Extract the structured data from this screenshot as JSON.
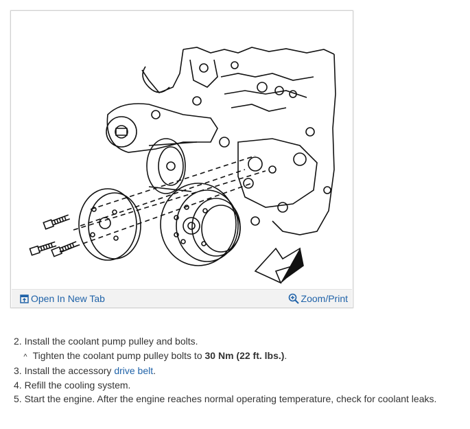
{
  "figure": {
    "open_tab_label": "Open In New Tab",
    "zoom_label": "Zoom/Print"
  },
  "steps": [
    {
      "num": "2.",
      "text": "Install the coolant pump pulley and bolts."
    },
    {
      "bullet": "^",
      "text": "Tighten the coolant pump pulley bolts to ",
      "bold": "30 Nm (22 ft. lbs.)",
      "end": "."
    },
    {
      "num": "3.",
      "text": "Install the accessory ",
      "link": "drive belt",
      "end": "."
    },
    {
      "num": "4.",
      "text": "Refill the cooling system."
    },
    {
      "num": "5.",
      "text": "Start the engine. After the engine reaches normal operating temperature, check for coolant leaks."
    }
  ],
  "colors": {
    "link": "#1f62a8",
    "footer_bg": "#f2f2f2",
    "text": "#333333"
  },
  "icons": [
    "open-in-new-tab-icon",
    "zoom-magnifier-icon"
  ]
}
